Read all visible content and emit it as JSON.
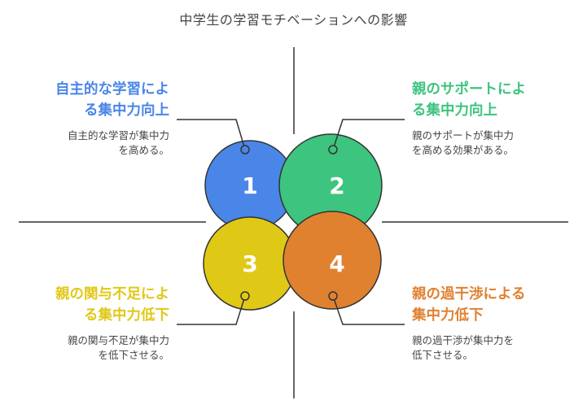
{
  "title": "中学生の学習モチベーションへの影響",
  "quadrants": [
    {
      "number": "1",
      "heading_line1": "自主的な学習によ",
      "heading_line2": "る集中力向上",
      "desc_line1": "自主的な学習が集中力",
      "desc_line2": "を高める。",
      "color": "#4a86e8",
      "text_color": "#4a86e8"
    },
    {
      "number": "2",
      "heading_line1": "親のサポートによ",
      "heading_line2": "る集中力向上",
      "desc_line1": "親のサポートが集中力",
      "desc_line2": "を高める効果がある。",
      "color": "#3dc47e",
      "text_color": "#3dc47e"
    },
    {
      "number": "3",
      "heading_line1": "親の関与不足によ",
      "heading_line2": "る集中力低下",
      "desc_line1": "親の関与不足が集中力",
      "desc_line2": "を低下させる。",
      "color": "#e0c817",
      "text_color": "#e0c817"
    },
    {
      "number": "4",
      "heading_line1": "親の過干渉による",
      "heading_line2": "集中力低下",
      "desc_line1": "親の過干渉が集中力を",
      "desc_line2": "低下させる。",
      "color": "#e08130",
      "text_color": "#e08130"
    }
  ]
}
